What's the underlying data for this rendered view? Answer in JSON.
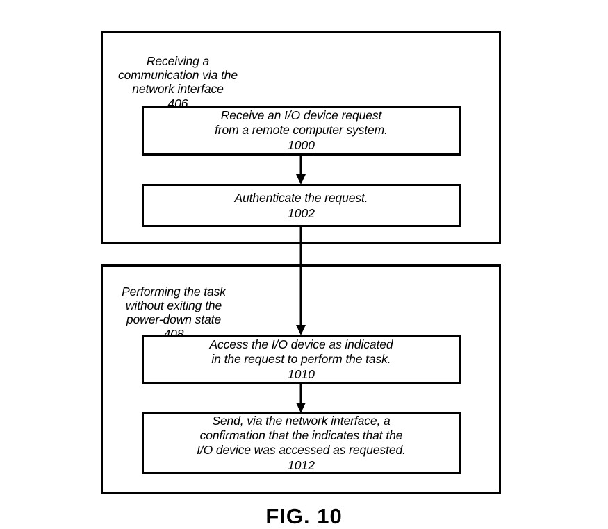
{
  "figure": {
    "caption": "FIG. 10"
  },
  "phases": [
    {
      "id": "406",
      "label": "Receiving a\ncommunication via the\nnetwork interface",
      "ref": "406"
    },
    {
      "id": "408",
      "label": "Performing the task\nwithout exiting the\npower-down state",
      "ref": "408"
    }
  ],
  "steps": [
    {
      "id": "1000",
      "text": "Receive an I/O device request\nfrom a remote computer system.",
      "ref": "1000",
      "phase": "406"
    },
    {
      "id": "1002",
      "text": "Authenticate the request.",
      "ref": "1002",
      "phase": "406"
    },
    {
      "id": "1010",
      "text": "Access the I/O device as indicated\nin the request to perform the task.",
      "ref": "1010",
      "phase": "408"
    },
    {
      "id": "1012",
      "text": "Send, via the network interface, a\nconfirmation that the indicates that the\nI/O device was accessed as requested.",
      "ref": "1012",
      "phase": "408"
    }
  ],
  "connectors": [
    {
      "name": "arrow-1000-to-1002",
      "from": "1000",
      "to": "1002"
    },
    {
      "name": "arrow-1002-to-1010",
      "from": "1002",
      "to": "1010"
    },
    {
      "name": "arrow-1010-to-1012",
      "from": "1010",
      "to": "1012"
    }
  ],
  "colors": {
    "line": "#000000",
    "background": "#ffffff"
  }
}
